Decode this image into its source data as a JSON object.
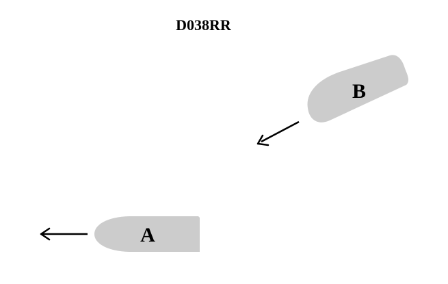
{
  "title": "D038RR",
  "colors": {
    "hull": "#cccccc",
    "text": "#000000",
    "arrow": "#000000",
    "background": "#ffffff"
  },
  "vessels": [
    {
      "label": "A",
      "heading": "west"
    },
    {
      "label": "B",
      "heading": "south-west"
    }
  ]
}
